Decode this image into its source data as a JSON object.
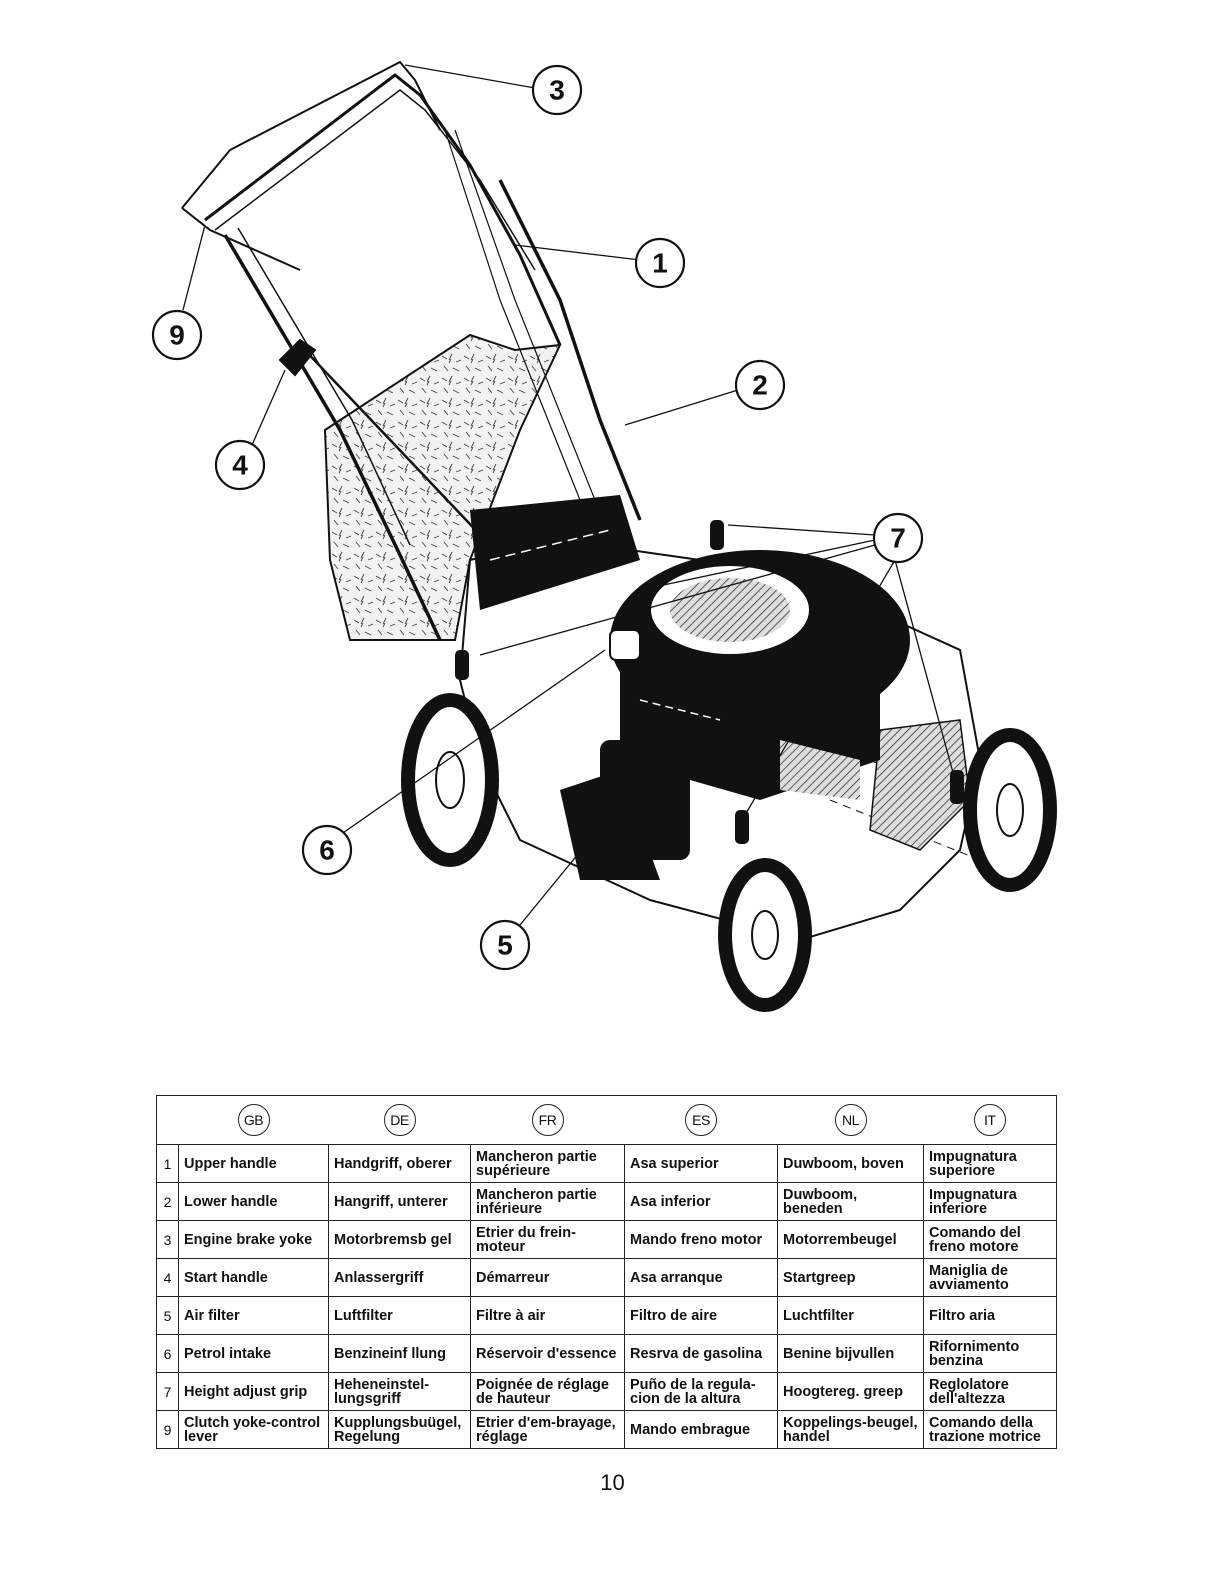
{
  "callouts": [
    "1",
    "2",
    "3",
    "4",
    "5",
    "6",
    "7",
    "9"
  ],
  "languages": [
    "GB",
    "DE",
    "FR",
    "ES",
    "NL",
    "IT"
  ],
  "parts": [
    {
      "num": "1",
      "gb": "Upper handle",
      "de": "Handgriff, oberer",
      "fr": "Mancheron partie supérieure",
      "es": "Asa superior",
      "nl": "Duwboom, boven",
      "it": "Impugnatura superiore"
    },
    {
      "num": "2",
      "gb": "Lower handle",
      "de": "Hangriff, unterer",
      "fr": "Mancheron partie inférieure",
      "es": "Asa inferior",
      "nl": "Duwboom, beneden",
      "it": "Impugnatura inferiore"
    },
    {
      "num": "3",
      "gb": "Engine brake yoke",
      "de": "Motorbremsb gel",
      "fr": "Etrier du frein-moteur",
      "es": "Mando freno motor",
      "nl": "Motorrembeugel",
      "it": "Comando del freno motore"
    },
    {
      "num": "4",
      "gb": "Start handle",
      "de": "Anlassergriff",
      "fr": "Démarreur",
      "es": "Asa arranque",
      "nl": "Startgreep",
      "it": "Maniglia de avviamento"
    },
    {
      "num": "5",
      "gb": "Air filter",
      "de": "Luftfilter",
      "fr": "Filtre à air",
      "es": "Filtro de aire",
      "nl": "Luchtfilter",
      "it": "Filtro aria"
    },
    {
      "num": "6",
      "gb": "Petrol intake",
      "de": "Benzineinf llung",
      "fr": "Réservoir d'essence",
      "es": "Resrva de gasolina",
      "nl": "Benine bijvullen",
      "it": "Rifornimento benzina"
    },
    {
      "num": "7",
      "gb": "Height adjust grip",
      "de": "Heheneinstel-lungsgriff",
      "fr": "Poignée de réglage de hauteur",
      "es": "Puño de la regula-cion de la altura",
      "nl": "Hoogtereg. greep",
      "it": "Reglolatore dell'altezza"
    },
    {
      "num": "9",
      "gb": "Clutch yoke-control lever",
      "de": "Kupplungsbuügel, Regelung",
      "fr": "Etrier d'em-brayage, réglage",
      "es": "Mando embrague",
      "nl": "Koppelings-beugel, handel",
      "it": "Comando della trazione motrice"
    }
  ],
  "page_number": "10"
}
